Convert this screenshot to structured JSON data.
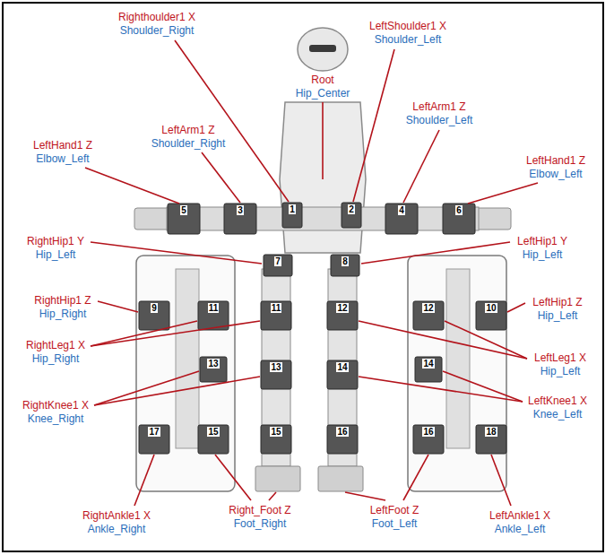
{
  "diagram": {
    "labels": [
      "Righthoulder1 X",
      "Shoulder_Right",
      "LeftShoulder1 X",
      "Shoulder_Left",
      "Root",
      "Hip_Center",
      "LeftArm1 Z",
      "Shoulder_Left",
      "LeftArm1 Z",
      "Shoulder_Right",
      "LeftHand1 Z",
      "Elbow_Left",
      "LeftHand1 Z",
      "Elbow_Left",
      "RightHip1 Y",
      "Hip_Left",
      "LeftHip1 Y",
      "Hip_Left",
      "RightHip1 Z",
      "Hip_Right",
      "LeftHip1 Z",
      "Hip_Left",
      "RightLeg1 X",
      "Hip_Right",
      "LeftLeg1 X",
      "Hip_Left",
      "RightKnee1 X",
      "Knee_Right",
      "LeftKnee1 X",
      "Knee_Left",
      "RightAnkle1 X",
      "Ankle_Right",
      "Right_Foot Z",
      "Foot_Right",
      "LeftFoot Z",
      "Foot_Left",
      "LeftAnkle1 X",
      "Ankle_Left",
      "5",
      "3",
      "1",
      "2",
      "4",
      "6",
      "7",
      "8",
      "9",
      "11",
      "11",
      "12",
      "12",
      "10",
      "13",
      "13",
      "14",
      "14",
      "17",
      "15",
      "15",
      "16",
      "16",
      "18"
    ]
  }
}
